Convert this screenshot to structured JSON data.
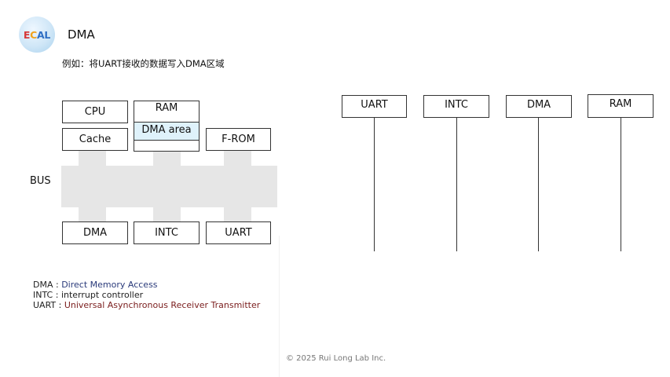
{
  "logo": {
    "e": "E",
    "c": "C",
    "al": "AL"
  },
  "title": "DMA",
  "subtitle": "例如：将UART接收的数据写入DMA区域",
  "block": {
    "cpu": "CPU",
    "cache": "Cache",
    "ram": "RAM",
    "dma_area": "DMA area",
    "from": "F-ROM",
    "bus": "BUS",
    "dma": "DMA",
    "intc": "INTC",
    "uart": "UART"
  },
  "sequence": {
    "participants": [
      "UART",
      "INTC",
      "DMA",
      "RAM"
    ]
  },
  "legend": [
    {
      "abbr": "DMA",
      "sep": " : ",
      "full": "Direct Memory Access"
    },
    {
      "abbr": "INTC",
      "sep": " : ",
      "full": "interrupt controller"
    },
    {
      "abbr": "UART",
      "sep": " : ",
      "full": "Universal Asynchronous Receiver Transmitter"
    }
  ],
  "colors": {
    "bus_band": "#e6e6e6",
    "dma_area": "#dff2fb",
    "legend_dma": "#2a3a7a",
    "legend_uart": "#7a1d1d"
  },
  "copyright": "© 2025 Rui Long Lab Inc."
}
